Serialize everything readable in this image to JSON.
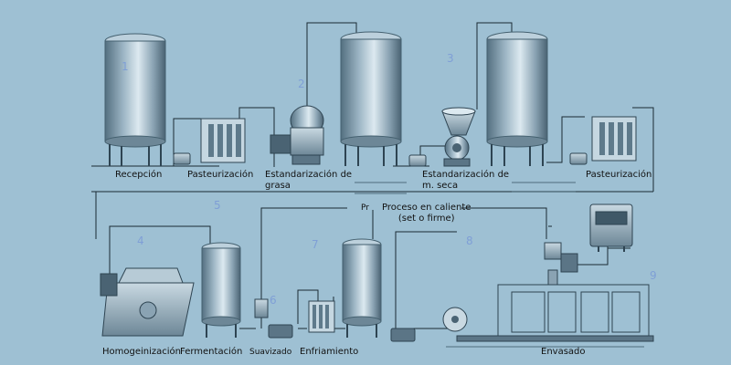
{
  "stages": {
    "recepcion": "Recepción",
    "pasteurizacion_1": "Pasteurización",
    "estandarizacion_grasa_line1": "Estandarización de",
    "estandarizacion_grasa_line2": "grasa",
    "estandarizacion_mseca_line1": "Estandarización de",
    "estandarizacion_mseca_line2": "m. seca",
    "pasteurizacion_2": "Pasteurización",
    "homogeinizacion": "Homogeinización",
    "fermentacion": "Fermentación",
    "suavizado": "Suavizado",
    "enfriamiento": "Enfriamiento",
    "envasado": "Envasado",
    "proceso_caliente_line1": "Proceso en caliente",
    "proceso_caliente_line2": "(set o firme)",
    "pr_mark": "Pr"
  },
  "step_numbers": [
    "1",
    "2",
    "3",
    "4",
    "5",
    "6",
    "7",
    "8",
    "9"
  ],
  "colors": {
    "background": "#9ec0d3",
    "pipe": "#1b2a33",
    "tank_light": "#d8e6ee",
    "tank_dark": "#4f6b7c",
    "number": "#7f9fd6"
  }
}
